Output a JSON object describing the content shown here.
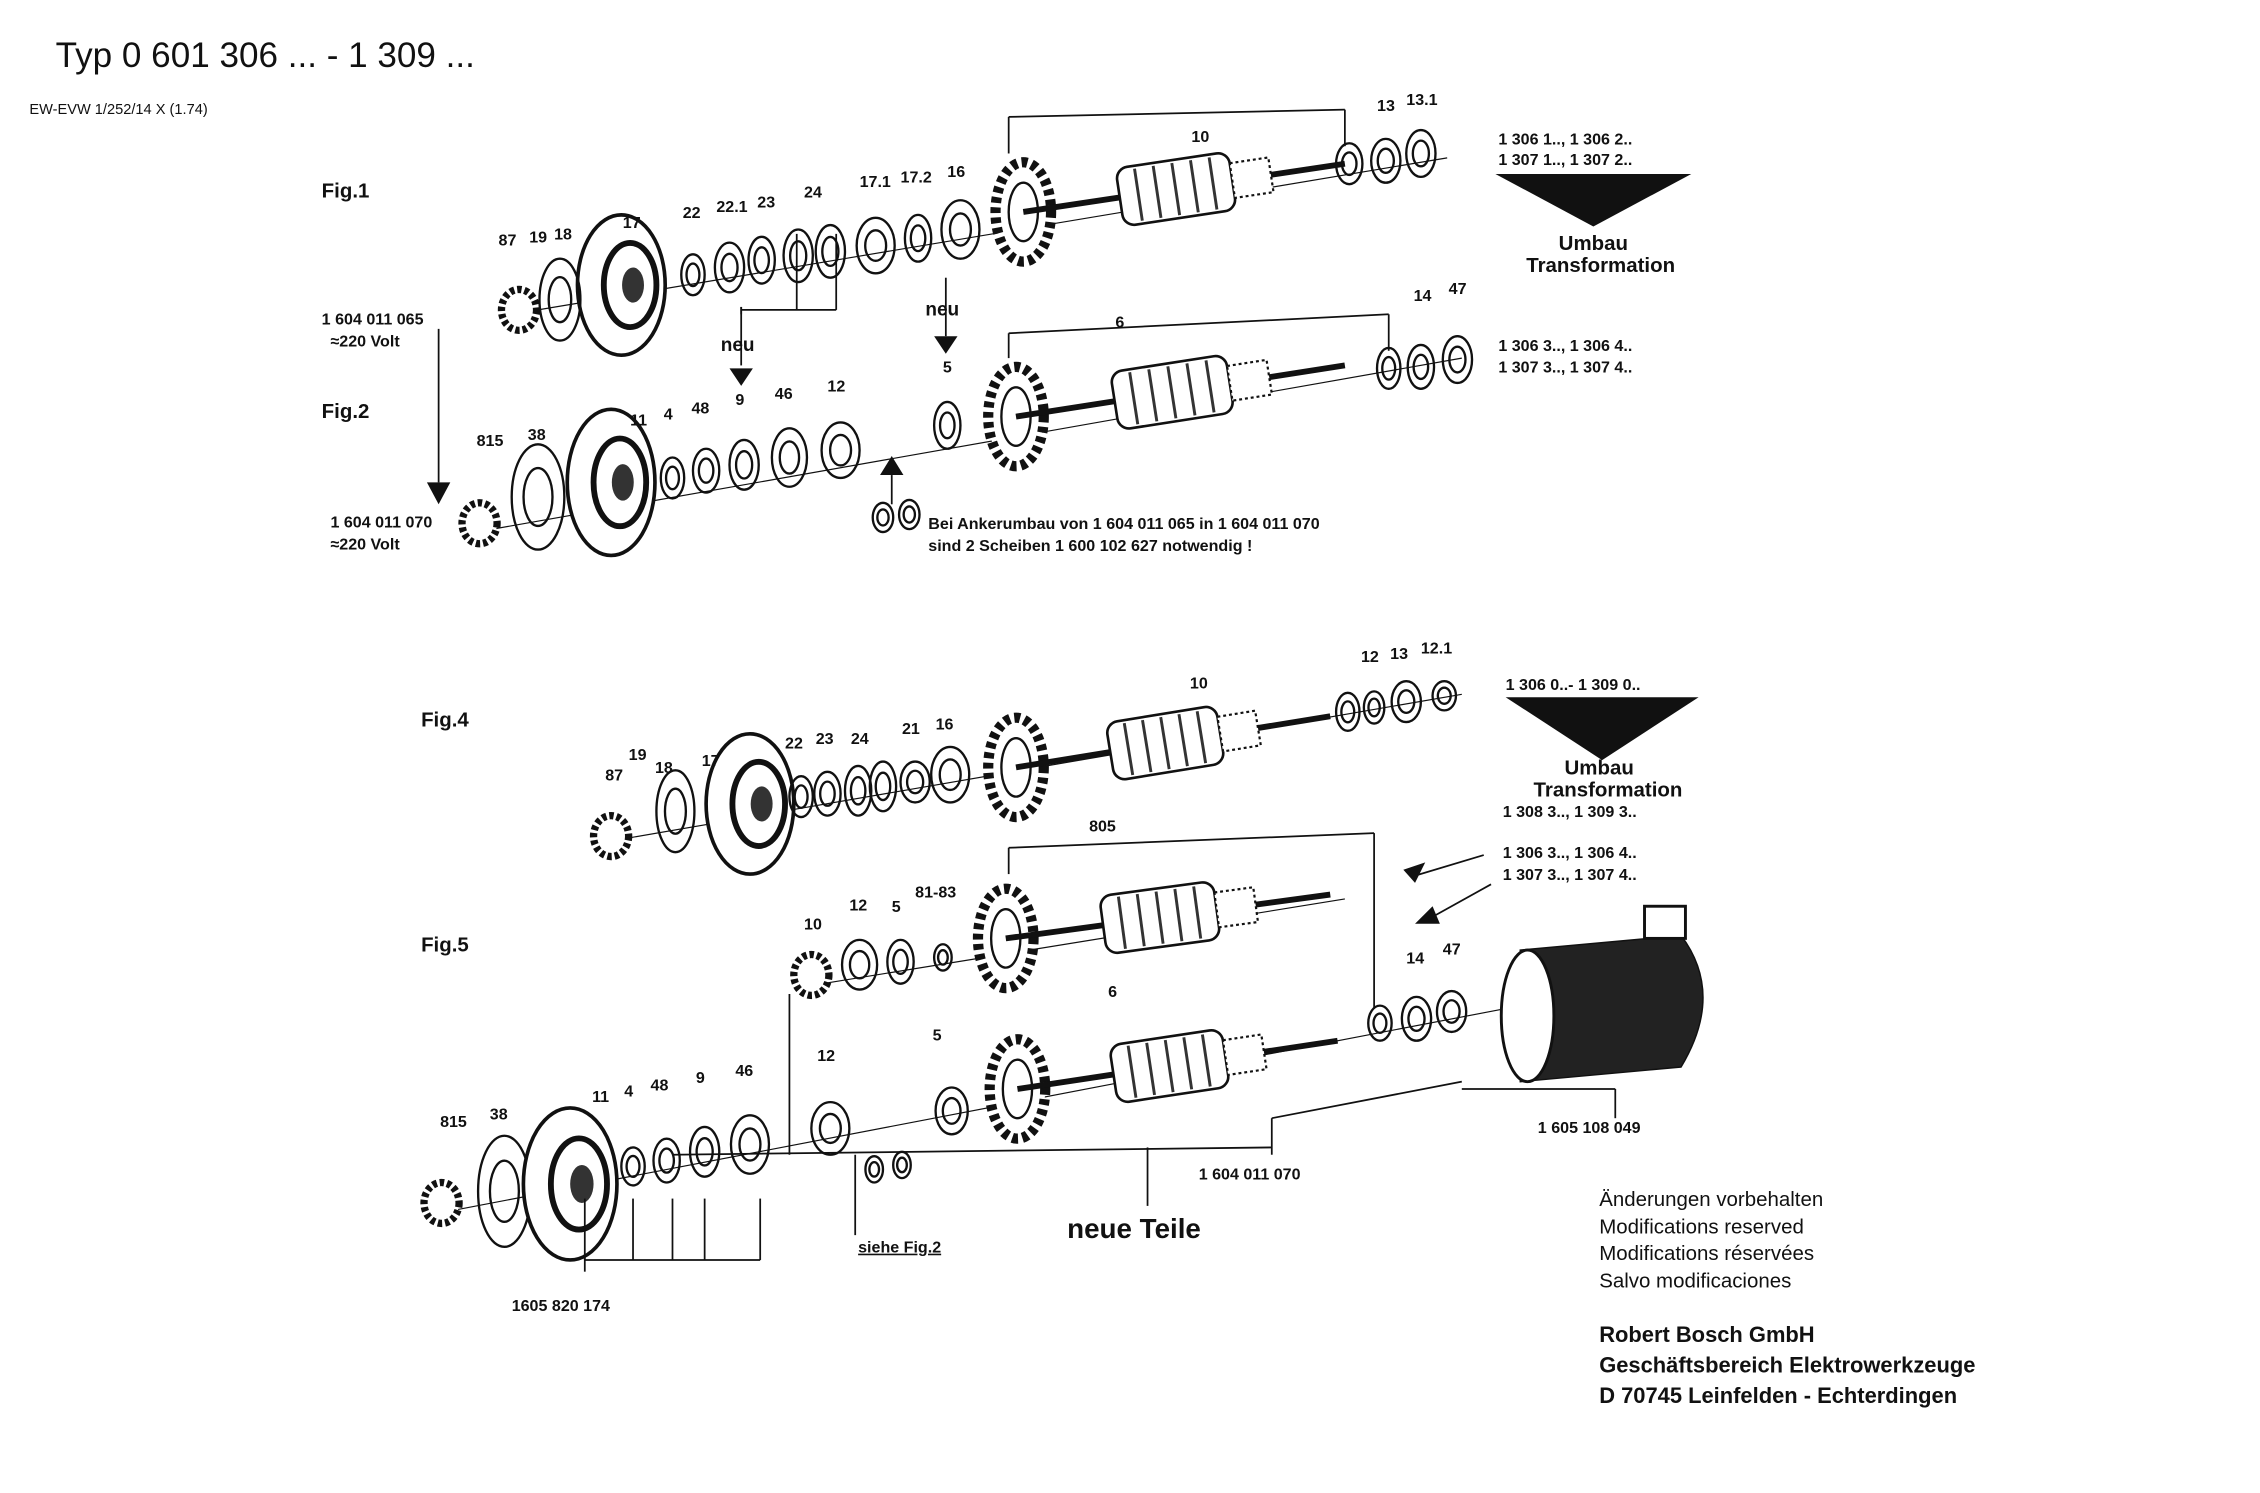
{
  "header": {
    "title": "Typ 0 601 306 ... -  1 309 ...",
    "doc_ref": "EW-EVW 1/252/14 X (1.74)"
  },
  "figures": {
    "fig1": "Fig.1",
    "fig2": "Fig.2",
    "fig4": "Fig.4",
    "fig5": "Fig.5"
  },
  "fig1_labels": [
    "87",
    "19",
    "18",
    "17",
    "22",
    "22.1",
    "23",
    "24",
    "17.1",
    "17.2",
    "16",
    "10",
    "13",
    "13.1"
  ],
  "fig2_labels": [
    "815",
    "38",
    "11",
    "4",
    "48",
    "9",
    "46",
    "12",
    "5",
    "6",
    "14",
    "47"
  ],
  "fig4_labels": [
    "87",
    "19",
    "18",
    "17",
    "22",
    "23",
    "24",
    "21",
    "16",
    "10",
    "12",
    "13",
    "12.1"
  ],
  "fig5_labels": [
    "805",
    "10",
    "12",
    "5",
    "81-83",
    "6",
    "14",
    "47",
    "815",
    "38",
    "11",
    "4",
    "48",
    "9",
    "46",
    "12",
    "5"
  ],
  "side": {
    "arm1": "1 604 011 065",
    "volt1": "≈220 Volt",
    "arm2": "1 604 011 070",
    "volt2": "≈220 Volt",
    "neu1": "neu",
    "neu2": "neu"
  },
  "note": {
    "line1": "Bei Ankerumbau von 1 604  011 065  in 1 604  011 070",
    "line2": "sind 2  Scheiben 1 600 102  627  notwendig !"
  },
  "transform1": {
    "from1": "1 306 1.., 1 306 2..",
    "from2": "1 307 1.., 1 307 2..",
    "umbau": "Umbau",
    "transformation": "Transformation",
    "to1": "1 306 3.., 1 306 4..",
    "to2": "1 307 3.., 1 307 4.."
  },
  "transform2": {
    "from": "1 306 0..- 1 309 0..",
    "umbau": "Umbau",
    "transformation": "Transformation",
    "to_a": "1 308 3.., 1 309 3..",
    "to_b1": "1 306 3.., 1 306 4..",
    "to_b2": "1 307 3.., 1 307 4.."
  },
  "fig5_parts": {
    "housing": "1 605 108 049",
    "armature": "1 604 011 070",
    "new_parts": "neue Teile",
    "see_fig2": "siehe Fig.2",
    "kit": "1605 820 174"
  },
  "footer": {
    "mod_de": "Änderungen vorbehalten",
    "mod_en": "Modifications reserved",
    "mod_fr": "Modifications réservées",
    "mod_es": "Salvo modificaciones",
    "company": "Robert Bosch GmbH",
    "division": "Geschäftsbereich Elektrowerkzeuge",
    "address": "D 70745 Leinfelden - Echterdingen"
  }
}
